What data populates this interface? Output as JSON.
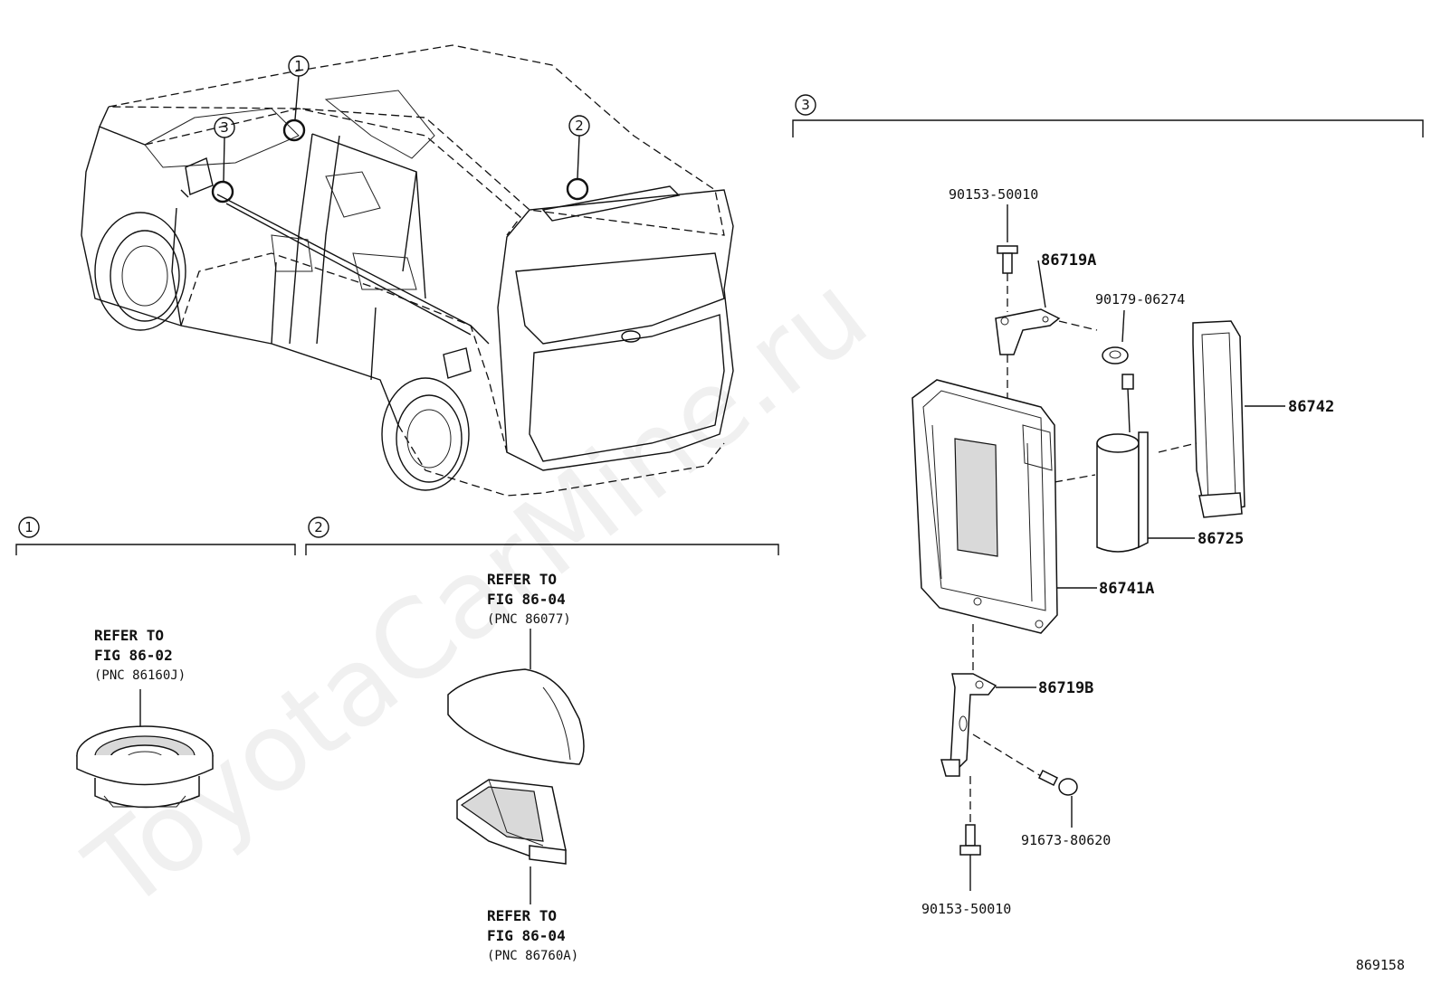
{
  "watermark": "ToyotaCarMine.ru",
  "figure_id": "869158",
  "callouts": {
    "c1": "1",
    "c2": "2",
    "c3": "3"
  },
  "section_markers": {
    "s1": "1",
    "s2": "2",
    "s3": "3"
  },
  "refs": {
    "speaker": {
      "line1": "REFER TO",
      "line2": "FIG 86-02",
      "line3": "(PNC 86160J)"
    },
    "antenna_upper": {
      "line1": "REFER TO",
      "line2": "FIG 86-04",
      "line3": "(PNC 86077)"
    },
    "antenna_lower": {
      "line1": "REFER TO",
      "line2": "FIG 86-04",
      "line3": "(PNC 86760A)"
    }
  },
  "parts": {
    "bolt_top": "90153-50010",
    "bracket_a": "86719A",
    "nut": "90179-06274",
    "cover": "86742",
    "battery": "86725",
    "module": "86741A",
    "bracket_b": "86719B",
    "bolt_side": "91673-80620",
    "bolt_bottom": "90153-50010"
  }
}
